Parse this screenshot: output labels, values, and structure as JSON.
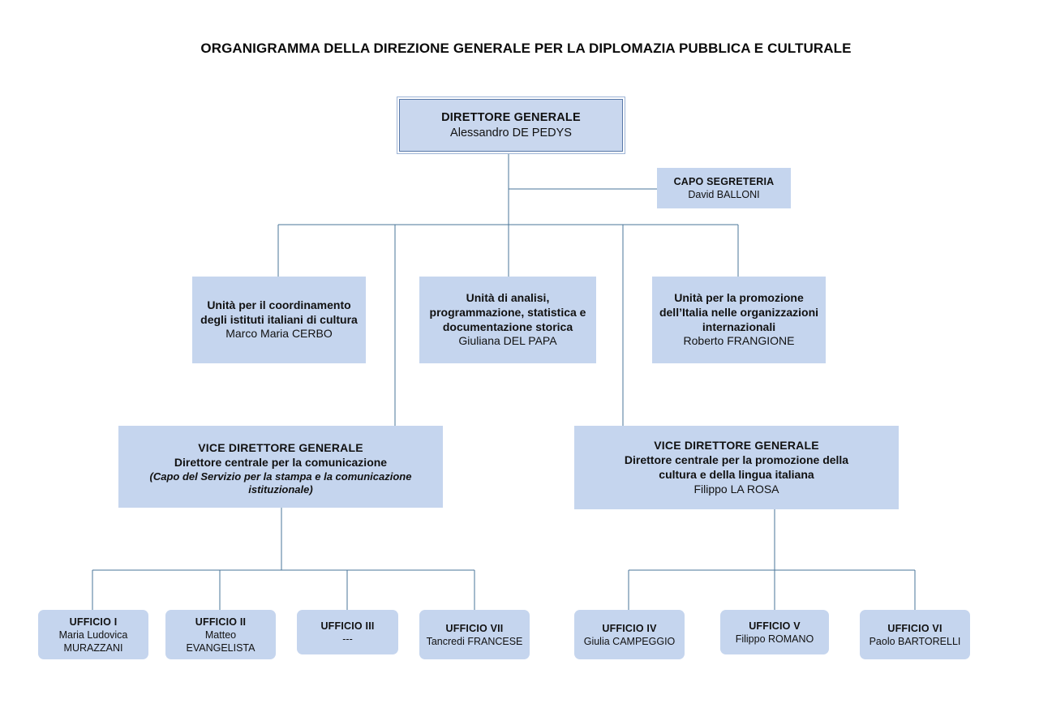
{
  "document": {
    "title": "ORGANIGRAMMA DELLA DIREZIONE GENERALE PER LA DIPLOMAZIA PUBBLICA E CULTURALE",
    "type": "organizational-chart",
    "language": "it"
  },
  "colors": {
    "box_fill": "#c5d5ee",
    "root_border": "#5878a8",
    "connector": "#4a7699",
    "text": "#111111",
    "background": "#ffffff"
  },
  "chart_data": {
    "type": "org-chart",
    "root": "direttore-generale",
    "nodes": {
      "direttore_generale": {
        "role": "DIRETTORE GENERALE",
        "person": "Alessandro DE PEDYS"
      },
      "capo_segreteria": {
        "role": "CAPO SEGRETERIA",
        "person": "David BALLONI"
      },
      "unita": [
        {
          "role_line_1": "Unità per il coordinamento",
          "role_line_2": "degli istituti italiani di cultura",
          "role_line_3": "",
          "person": "Marco Maria CERBO"
        },
        {
          "role_line_1": "Unità di analisi,",
          "role_line_2": "programmazione, statistica e",
          "role_line_3": "documentazione storica",
          "person": "Giuliana DEL PAPA"
        },
        {
          "role_line_1": "Unità per la promozione",
          "role_line_2": "dell’Italia nelle organizzazioni",
          "role_line_3": "internazionali",
          "person": "Roberto FRANGIONE"
        }
      ],
      "vice_direttori": [
        {
          "role": "VICE DIRETTORE GENERALE",
          "sub_line_1": "Direttore centrale per la comunicazione",
          "sub_line_2": "",
          "note": "(Capo del Servizio per la stampa e la comunicazione  istituzionale)",
          "person": ""
        },
        {
          "role": "VICE DIRETTORE GENERALE",
          "sub_line_1": "Direttore centrale per la promozione della",
          "sub_line_2": "cultura e della lingua italiana",
          "note": "",
          "person": "Filippo LA ROSA"
        }
      ],
      "uffici_sinistra": [
        {
          "role": "UFFICIO I",
          "person_line_1": "Maria Ludovica",
          "person_line_2": "MURAZZANI"
        },
        {
          "role": "UFFICIO II",
          "person_line_1": "Matteo",
          "person_line_2": "EVANGELISTA"
        },
        {
          "role": "UFFICIO III",
          "person_line_1": "---",
          "person_line_2": ""
        },
        {
          "role": "UFFICIO VII",
          "person_line_1": "Tancredi FRANCESE",
          "person_line_2": ""
        }
      ],
      "uffici_destra": [
        {
          "role": "UFFICIO IV",
          "person_line_1": "Giulia CAMPEGGIO",
          "person_line_2": ""
        },
        {
          "role": "UFFICIO V",
          "person_line_1": "Filippo ROMANO",
          "person_line_2": ""
        },
        {
          "role": "UFFICIO VI",
          "person_line_1": "Paolo BARTORELLI",
          "person_line_2": ""
        }
      ]
    }
  }
}
